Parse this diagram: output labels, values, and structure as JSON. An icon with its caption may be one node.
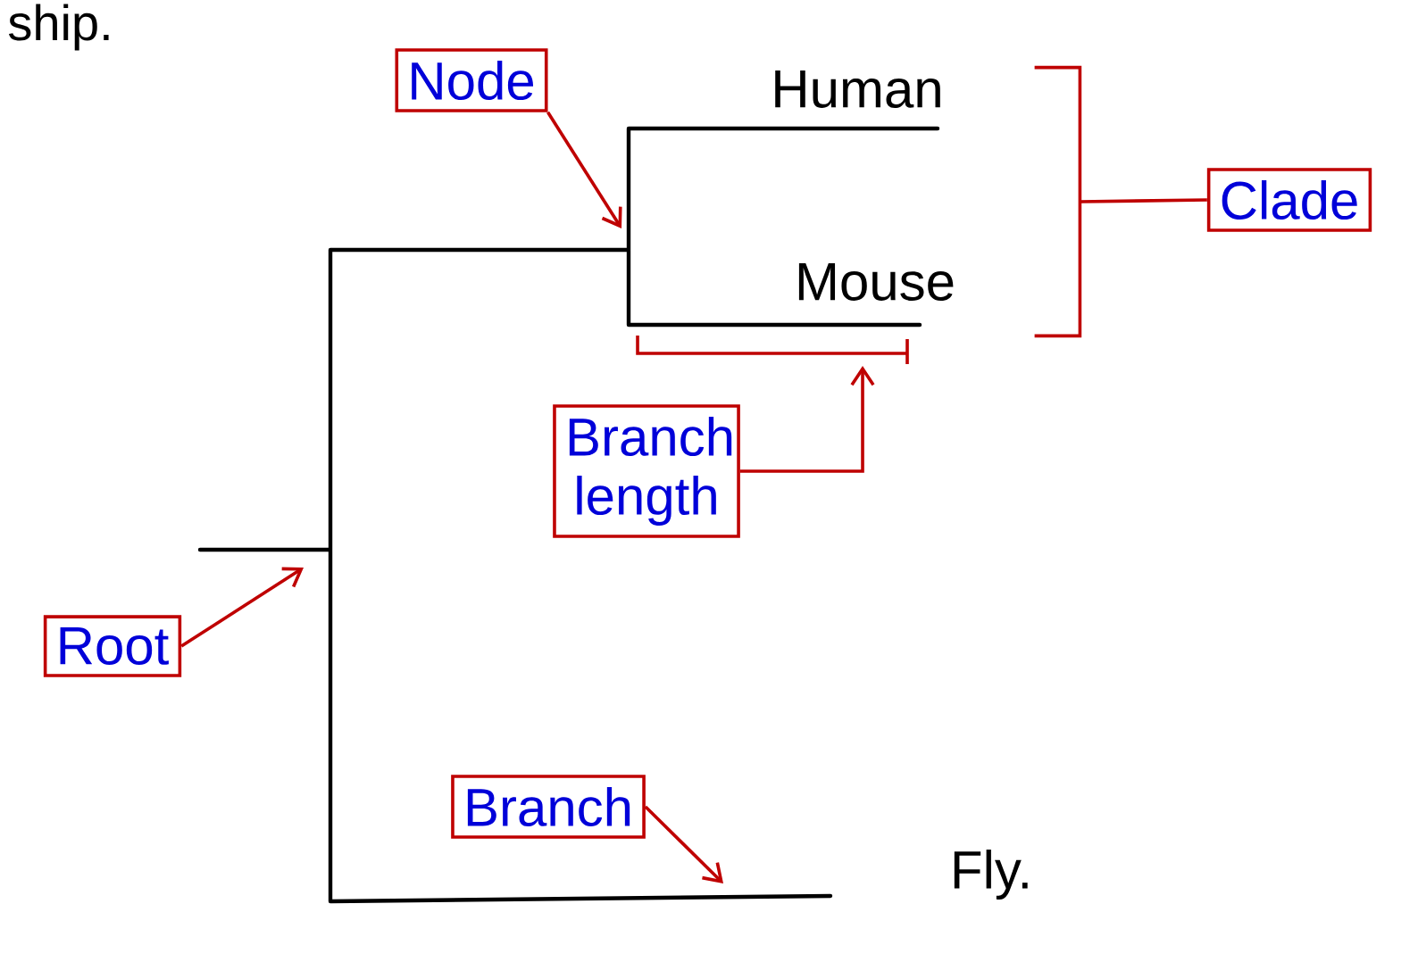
{
  "diagram": {
    "nodes": [
      {
        "text": [
          "Node"
        ]
      },
      {
        "text": [
          "Clade"
        ]
      },
      {
        "text": [
          "Branch length"
        ]
      },
      {
        "text": [
          "Root"
        ]
      },
      {
        "text": [
          "Branch"
        ]
      },
      {
        "text": [
          "Human"
        ]
      },
      {
        "text": [
          "Mouse"
        ]
      },
      {
        "text": [
          "Fly."
        ]
      },
      {
        "text": [],
        "shape": "bracket"
      }
    ],
    "edges": [
      {
        "from": 0,
        "to": null,
        "arrow": "to"
      },
      {
        "from": 1,
        "to": 8,
        "arrow": "none"
      },
      {
        "from": 2,
        "to": null,
        "arrow": "to"
      },
      {
        "from": 3,
        "to": null,
        "arrow": "to"
      },
      {
        "from": 4,
        "to": null,
        "arrow": "to"
      }
    ],
    "labels": [
      "ship."
    ]
  }
}
